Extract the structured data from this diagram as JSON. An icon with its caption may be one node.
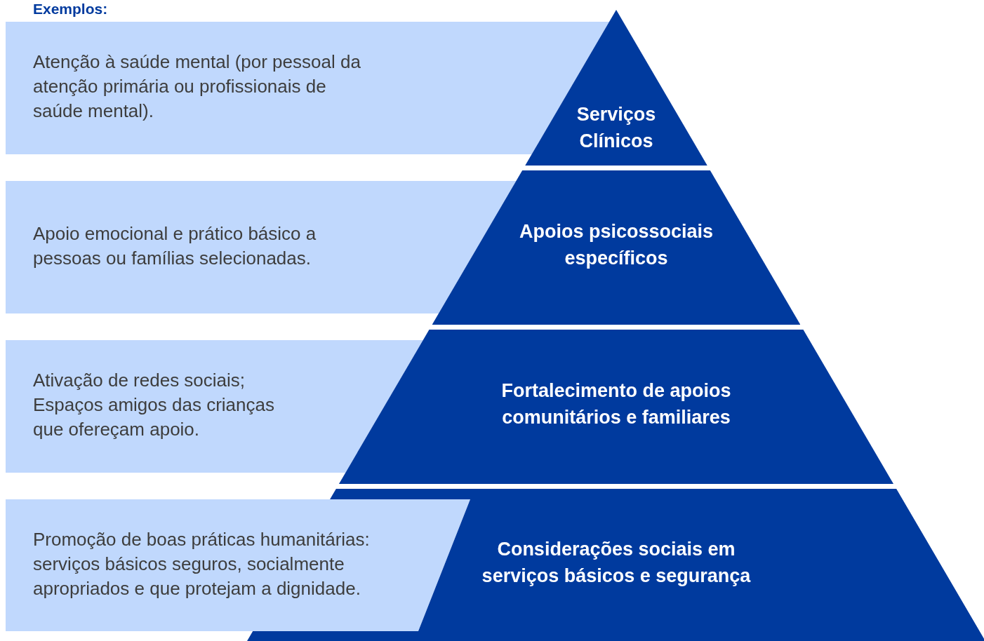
{
  "diagram": {
    "title": "Exemplos:",
    "nodes": [
      {
        "text": [
          "Atenção à saúde mental (por pessoal da atenção primária ou profissionais de saúde mental)."
        ]
      },
      {
        "text": [
          "Serviços Clínicos"
        ]
      },
      {
        "text": [
          "Apoio emocional e prático básico a pessoas ou famílias selecionadas."
        ]
      },
      {
        "text": [
          "Apoios psicossociais específicos"
        ]
      },
      {
        "text": [
          "Ativação de redes sociais; Espaços amigos das crianças que ofereçam apoio."
        ]
      },
      {
        "text": [
          "Fortalecimento de apoios comunitários e familiares"
        ]
      },
      {
        "text": [
          "Promoção de boas práticas humanitárias: serviços básicos seguros, socialmente apropriados e que protejam a dignidade."
        ]
      },
      {
        "text": [
          "Considerações sociais em serviços básicos e segurança"
        ]
      }
    ],
    "edges": []
  }
}
